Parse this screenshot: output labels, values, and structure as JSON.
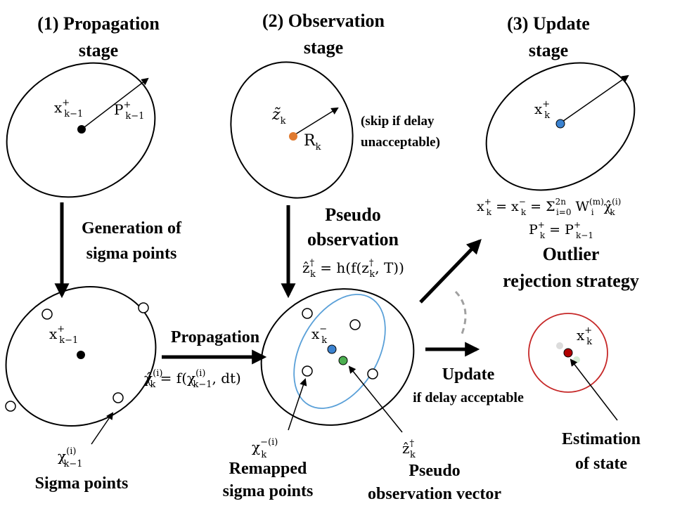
{
  "stages": {
    "propagation": {
      "line1": "(1) Propagation",
      "line2": "stage"
    },
    "observation": {
      "line1": "(2) Observation",
      "line2": "stage"
    },
    "update": {
      "line1": "(3) Update",
      "line2": "stage"
    }
  },
  "notes": {
    "skip_line1": "(skip if delay",
    "skip_line2": "unacceptable)"
  },
  "arrows": {
    "generation_line1": "Generation of",
    "generation_line2": "sigma points",
    "pseudo_line1": "Pseudo",
    "pseudo_line2": "observation",
    "propagation": "Propagation",
    "update_line1": "Update",
    "update_line2": "if delay acceptable"
  },
  "labels": {
    "outlier_line1": "Outlier",
    "outlier_line2": "rejection strategy",
    "sigma_points": "Sigma points",
    "remapped_line1": "Remapped",
    "remapped_line2": "sigma points",
    "pseudo_vec_line1": "Pseudo",
    "pseudo_vec_line2": "observation vector",
    "estimation_line1": "Estimation",
    "estimation_line2": "of state"
  },
  "math": {
    "x_prev": "x",
    "x_prev_sup": "+",
    "x_prev_sub": "k−1",
    "p_prev": "P",
    "p_prev_sup": "+",
    "p_prev_sub": "k−1",
    "z_tilde": "z̃",
    "z_sub": "k",
    "r": "R",
    "r_sub": "k",
    "x_post": "x",
    "x_post_sup": "+",
    "x_post_sub": "k",
    "x_minus": "x",
    "x_minus_sup": "−",
    "x_minus_sub": "k",
    "chi_hat_eq": "χ̂",
    "chi_hat_sup": "(i)",
    "chi_hat_sub": "k",
    "chi_hat_rhs": " = f(χ",
    "chi_rhs_sup": "(i)",
    "chi_rhs_sub": "k−1",
    "chi_rhs_end": ", dt)",
    "pseudo_eq_lhs": "ẑ",
    "pseudo_eq_sup": "†",
    "pseudo_eq_sub": "k",
    "pseudo_eq_rhs": " = h(f(z",
    "pseudo_eq_rhs_sup": "†",
    "pseudo_eq_rhs_sub": "k",
    "pseudo_eq_rhs_end": ", T))",
    "update_eq1_lhs": "x",
    "update_eq1_rest": " = x",
    "update_eq1_sum": " = Σ",
    "update_eq1_sum_sup": "2n",
    "update_eq1_sum_sub": "i=0",
    "update_eq1_w": " W",
    "update_eq1_w_sup": "(m)",
    "update_eq1_w_sub": "i",
    "update_eq1_chi": "χ̂",
    "update_eq1_chi_sup": "(i)",
    "update_eq1_chi_sub": "k",
    "update_eq2_lhs": "P",
    "update_eq2_rest": " = P",
    "update_eq2_sub2": "k−1",
    "sigma_chi": "χ",
    "sigma_chi_sup": "(i)",
    "sigma_chi_sub": "k−1",
    "remap_chi": "χ",
    "remap_chi_sup": "−(i)",
    "remap_chi_sub": "k",
    "zhat_dag": "ẑ",
    "zhat_dag_sup": "†",
    "zhat_dag_sub": "k",
    "est_x": "x",
    "est_x_sup": "+",
    "est_x_sub": "k"
  },
  "colors": {
    "orange_point": "#e07a2f",
    "blue_point": "#3b82d0",
    "green_point": "#4caf50",
    "red_point": "#b00000",
    "blue_ellipse": "#5aa0d8",
    "red_circle": "#c62828",
    "dashed_gray": "#a0a0a0"
  }
}
